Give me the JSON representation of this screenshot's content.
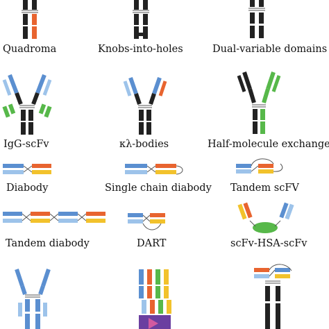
{
  "labels": {
    "quadroma": "Quadroma",
    "knobs": "Knobs-into-holes",
    "dvd": "Dual-variable domains",
    "igg_scfv": "IgG-scFv",
    "kl_bodies": "κλ-bodies",
    "half_molecule": "Half-molecule exchange",
    "diabody": "Diabody",
    "sc_diabody": "Single chain diabody",
    "tandem_scfv": "Tandem scFV",
    "tandem_diabody": "Tandem diabody",
    "dart": "DART",
    "scfv_hsa": "scFv-HSA-scFv"
  },
  "colors": {
    "blue": "#5b8fd0",
    "light_blue": "#9dc3ea",
    "black": "#222222",
    "orange": "#e8642f",
    "yellow": "#f2c22c",
    "green": "#57b84a",
    "purple": "#6a3fa0",
    "grey": "#b0b0b0",
    "line": "#555555"
  }
}
